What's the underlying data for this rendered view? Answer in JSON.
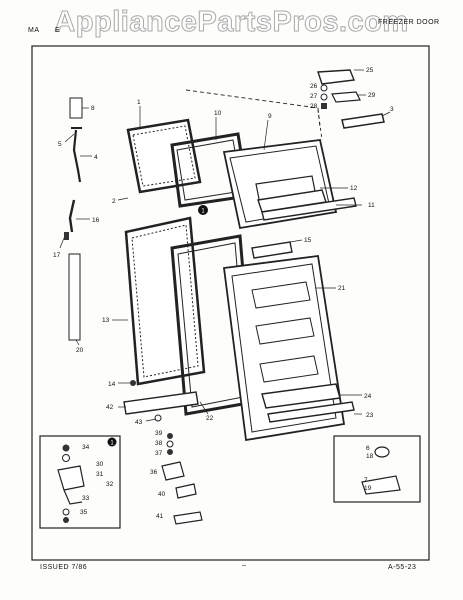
{
  "header": {
    "model_left": "MA",
    "model_mid": "E",
    "section_title": "FREEZER DOOR"
  },
  "watermark": "AppliancePartsPros.com",
  "footer": {
    "issued": "ISSUED 7/86",
    "dash": "–",
    "page_code": "A-55-23"
  },
  "callouts": {
    "note_marker": "1",
    "parts": [
      "1",
      "2",
      "3",
      "4",
      "5",
      "6",
      "7",
      "8",
      "9",
      "10",
      "11",
      "12",
      "13",
      "14",
      "15",
      "16",
      "17",
      "18",
      "19",
      "20",
      "21",
      "22",
      "23",
      "24",
      "25",
      "26",
      "27",
      "28",
      "29",
      "30",
      "31",
      "32",
      "33",
      "34",
      "35",
      "36",
      "37",
      "38",
      "39",
      "40",
      "41",
      "42",
      "43"
    ]
  }
}
